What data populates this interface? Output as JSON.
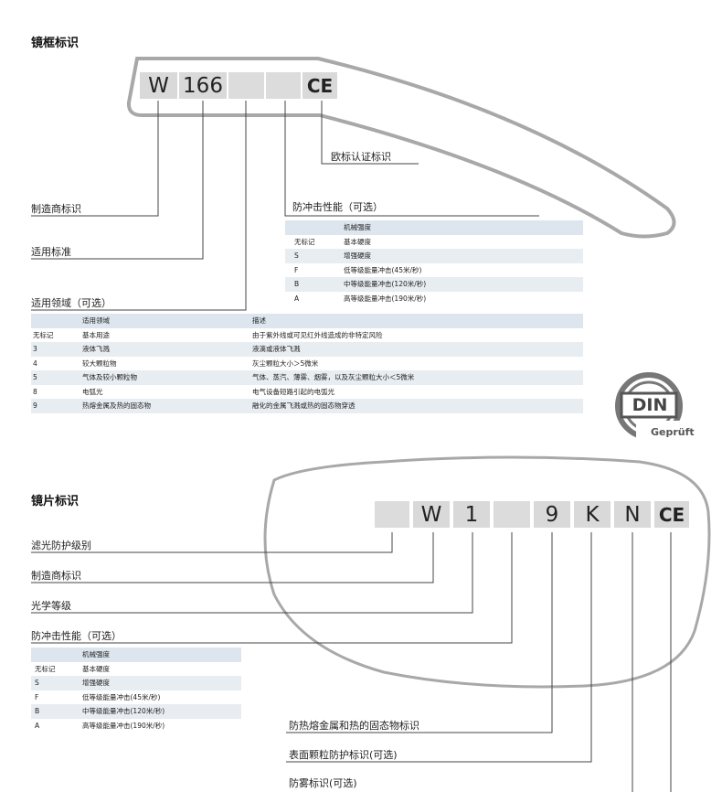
{
  "frame": {
    "heading": "镜框标识",
    "codes": [
      "W",
      "166",
      "",
      "",
      "CE"
    ],
    "labels": {
      "manufacturer": "制造商标识",
      "standard": "适用标准",
      "field": "适用领域（可选）",
      "impact": "防冲击性能（可选）",
      "ce": "欧标认证标识"
    },
    "impact_table": {
      "header": [
        "",
        "机械强度"
      ],
      "rows": [
        [
          "无标记",
          "基本硬度"
        ],
        [
          "S",
          "增强硬度"
        ],
        [
          "F",
          "低等级能量冲击(45米/秒)"
        ],
        [
          "B",
          "中等级能量冲击(120米/秒)"
        ],
        [
          "A",
          "高等级能量冲击(190米/秒)"
        ]
      ]
    },
    "field_table": {
      "header": [
        "",
        "适用领域",
        "描述"
      ],
      "rows": [
        [
          "无标记",
          "基本用途",
          "由于紫外线或可见红外线造成的非特定风险"
        ],
        [
          "3",
          "液体飞溅",
          "液滴或液体飞溅"
        ],
        [
          "4",
          "较大颗粒物",
          "灰尘颗粒大小＞5微米"
        ],
        [
          "5",
          "气体及较小颗粒物",
          "气体、蒸汽、薄雾、烟雾，以及灰尘颗粒大小＜5微米"
        ],
        [
          "8",
          "电弧光",
          "电气设备短路引起的电弧光"
        ],
        [
          "9",
          "热熔金属及热的固态物",
          "融化的金属飞溅或热的固态物穿透"
        ]
      ]
    }
  },
  "din_badge": {
    "main": "DIN",
    "sub": "Geprüft"
  },
  "lens": {
    "heading": "镜片标识",
    "codes": [
      "",
      "W",
      "1",
      "",
      "9",
      "K",
      "N",
      "CE"
    ],
    "labels": {
      "filter": "滤光防护级别",
      "manufacturer": "制造商标识",
      "optical": "光学等级",
      "impact": "防冲击性能（可选）",
      "molten": "防热熔金属和热的固态物标识",
      "surface": "表面颗粒防护标识(可选)",
      "fog": "防雾标识(可选)"
    },
    "impact_table": {
      "header": [
        "",
        "机械强度"
      ],
      "rows": [
        [
          "无标记",
          "基本硬度"
        ],
        [
          "S",
          "增强硬度"
        ],
        [
          "F",
          "低等级能量冲击(45米/秒)"
        ],
        [
          "B",
          "中等级能量冲击(120米/秒)"
        ],
        [
          "A",
          "高等级能量冲击(190米/秒)"
        ]
      ]
    }
  }
}
